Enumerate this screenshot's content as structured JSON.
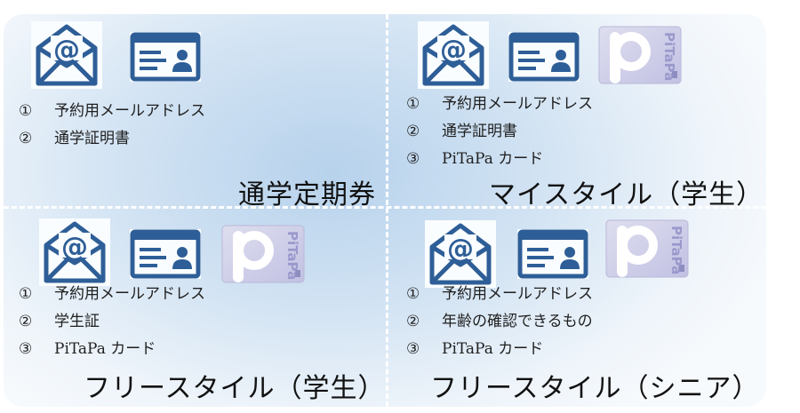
{
  "colors": {
    "icon_blue": "#2e5e97",
    "card_lavender": "#c8c7e6",
    "card_text": "#9a99cc"
  },
  "icons": {
    "mail": "envelope-at-icon",
    "id_card": "id-card-icon",
    "pitapa": "pitapa-card-icon"
  },
  "pitapa_label": "PiTaPa",
  "panels": [
    {
      "title": "通学定期券",
      "items": [
        {
          "num": "①",
          "label": "予約用メールアドレス"
        },
        {
          "num": "②",
          "label": "通学証明書"
        }
      ]
    },
    {
      "title": "マイスタイル（学生）",
      "items": [
        {
          "num": "①",
          "label": "予約用メールアドレス"
        },
        {
          "num": "②",
          "label": "通学証明書"
        },
        {
          "num": "③",
          "label": "PiTaPa カード"
        }
      ]
    },
    {
      "title": "フリースタイル（学生）",
      "items": [
        {
          "num": "①",
          "label": "予約用メールアドレス"
        },
        {
          "num": "②",
          "label": "学生証"
        },
        {
          "num": "③",
          "label": "PiTaPa カード"
        }
      ]
    },
    {
      "title": "フリースタイル（シニア）",
      "items": [
        {
          "num": "①",
          "label": "予約用メールアドレス"
        },
        {
          "num": "②",
          "label": "年齢の確認できるもの"
        },
        {
          "num": "③",
          "label": "PiTaPa カード"
        }
      ]
    }
  ]
}
